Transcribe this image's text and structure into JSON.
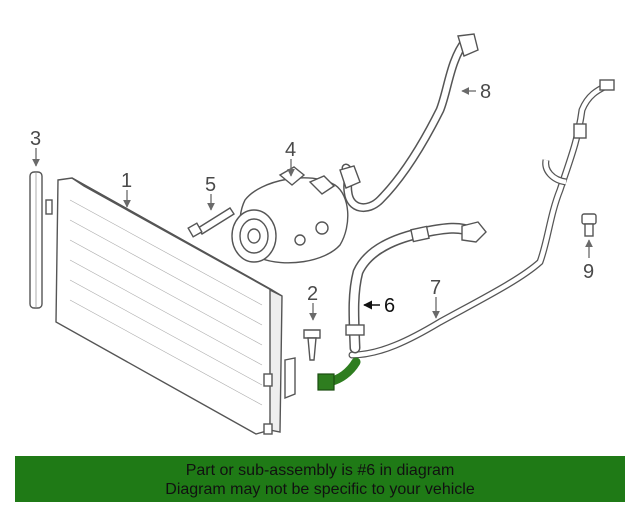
{
  "callouts": {
    "c1": "1",
    "c2": "2",
    "c3": "3",
    "c4": "4",
    "c5": "5",
    "c6": "6",
    "c7": "7",
    "c8": "8",
    "c9": "9"
  },
  "banner": {
    "line1": "Part or sub-assembly is #6 in diagram",
    "line2": "Diagram may not be specific to your vehicle"
  },
  "colors": {
    "highlight": "#2e7d1f",
    "banner": "#1f7a16",
    "line": "#6a6a6a"
  }
}
